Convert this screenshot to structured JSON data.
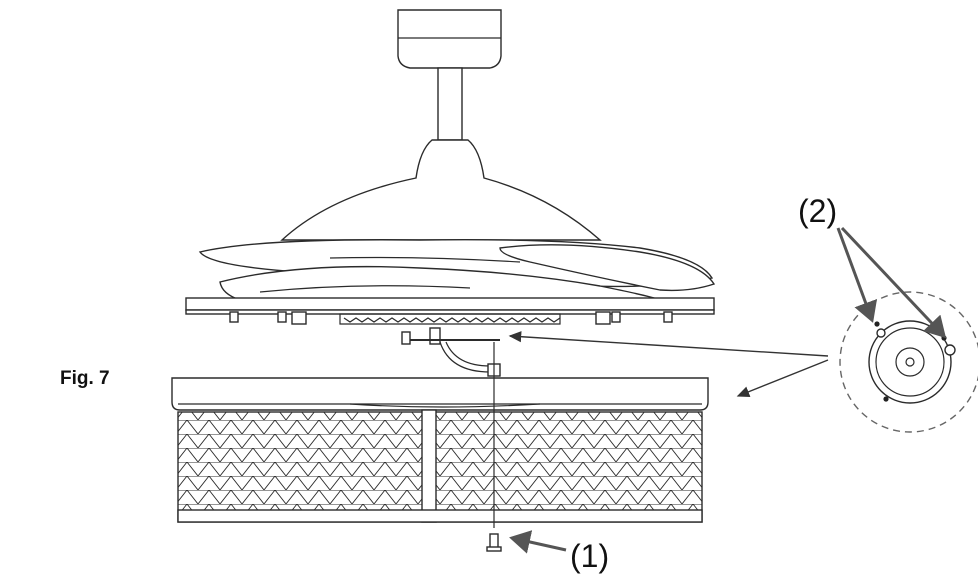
{
  "figure": {
    "label": "Fig. 7",
    "callout_1": "(1)",
    "callout_2": "(2)"
  },
  "parts": {
    "callout_1_icon": "screw-icon",
    "callout_2_icon": "mounting-plate-holes-icon"
  },
  "colors": {
    "line": "#2b2b2b",
    "background": "#ffffff"
  }
}
